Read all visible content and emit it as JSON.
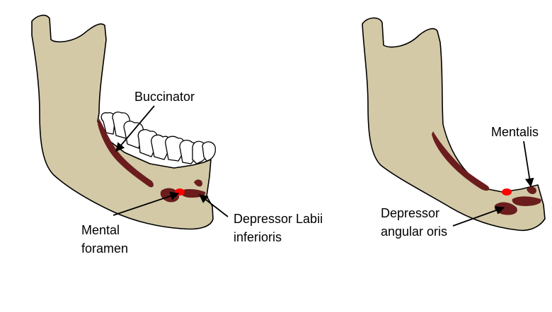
{
  "colors": {
    "bone": "#d3c9a7",
    "muscle": "#6b1d1d",
    "foramen": "#ff0000",
    "tooth": "#ffffff",
    "outline": "#000000"
  },
  "left_diagram": {
    "labels": {
      "buccinator": "Buccinator",
      "mental_foramen_line1": "Mental",
      "mental_foramen_line2": "foramen",
      "depressor_labii_line1": "Depressor Labii",
      "depressor_labii_line2": "inferioris"
    }
  },
  "right_diagram": {
    "labels": {
      "mentalis": "Mentalis",
      "depressor_angular_line1": "Depressor",
      "depressor_angular_line2": "angular oris"
    }
  }
}
